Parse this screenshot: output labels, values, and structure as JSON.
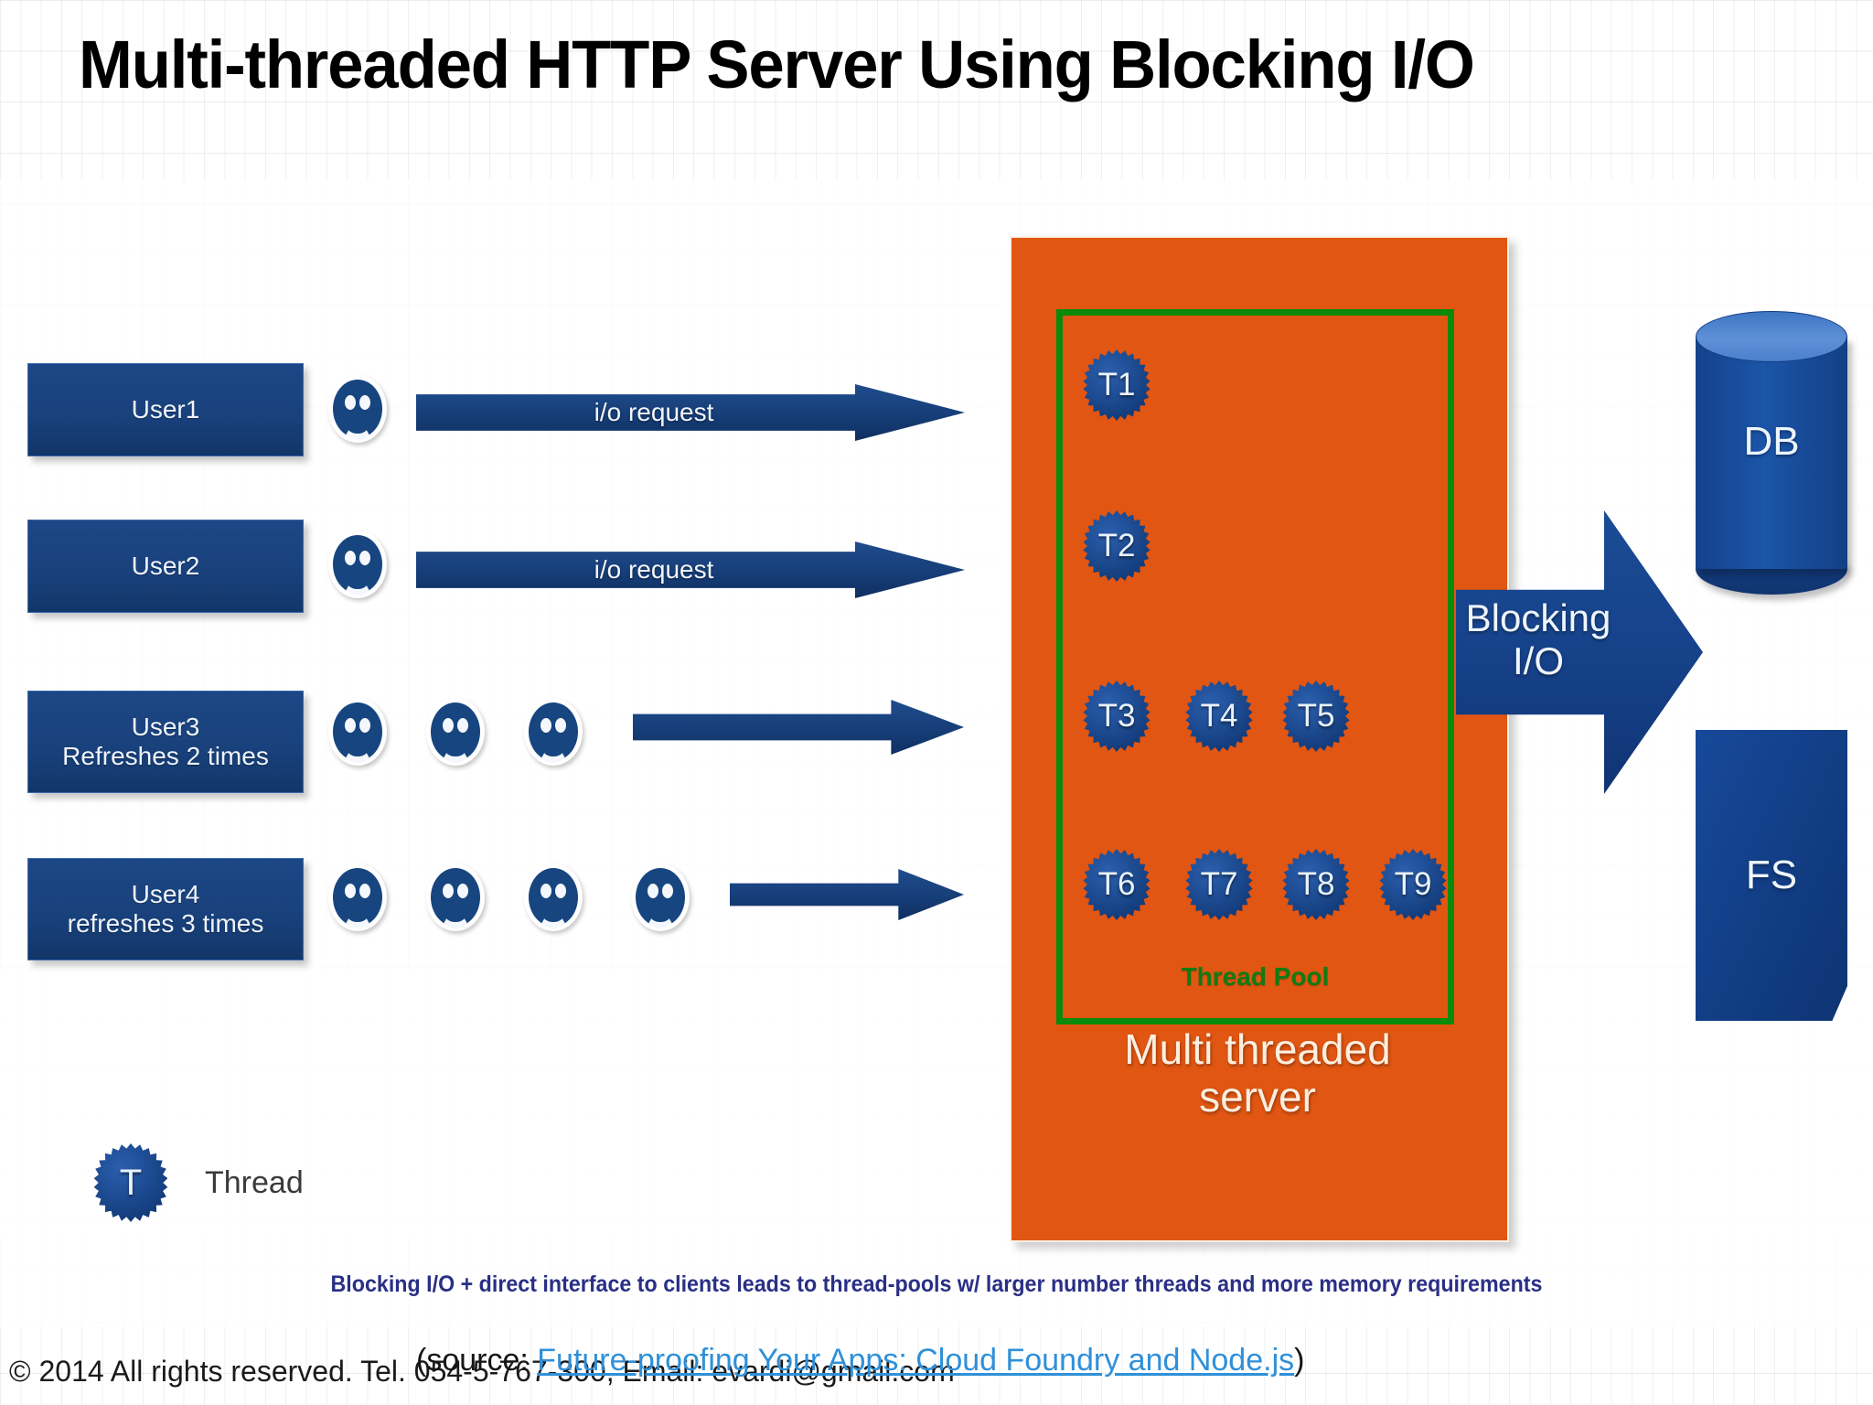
{
  "slide": {
    "title": "Multi-threaded HTTP Server Using Blocking I/O",
    "caption": "Blocking I/O + direct interface to clients leads to thread-pools w/ larger number threads and more memory requirements",
    "footer": {
      "copyright": "© 2014 All rights reserved. Tel. 054-5-767-300, Email: evardi@gmail.com",
      "source_prefix": "(source: ",
      "source_link": "Future-proofing Your Apps: Cloud Foundry and Node.js",
      "source_suffix": ")"
    }
  },
  "users": [
    {
      "name": "User1",
      "sub": "",
      "smileys": 1,
      "arrow_label": "i/o request"
    },
    {
      "name": "User2",
      "sub": "",
      "smileys": 1,
      "arrow_label": "i/o request"
    },
    {
      "name": "User3",
      "sub": "Refreshes 2 times",
      "smileys": 3,
      "arrow_label": ""
    },
    {
      "name": "User4",
      "sub": "refreshes 3 times",
      "smileys": 4,
      "arrow_label": ""
    }
  ],
  "server": {
    "pool_label": "Thread Pool",
    "name_line1": "Multi threaded",
    "name_line2": "server",
    "threads": [
      "T1",
      "T2",
      "T3",
      "T4",
      "T5",
      "T6",
      "T7",
      "T8",
      "T9"
    ]
  },
  "legend": {
    "badge": "T",
    "label": "Thread"
  },
  "io_arrow": {
    "line1": "Blocking",
    "line2": "I/O"
  },
  "storage": {
    "db": "DB",
    "fs": "FS"
  },
  "colors": {
    "server_orange": "#e05612",
    "pool_green": "#0a8a0a",
    "brand_blue": "#17457f",
    "link_blue": "#2f90d8",
    "caption_blue": "#2a2f86"
  }
}
